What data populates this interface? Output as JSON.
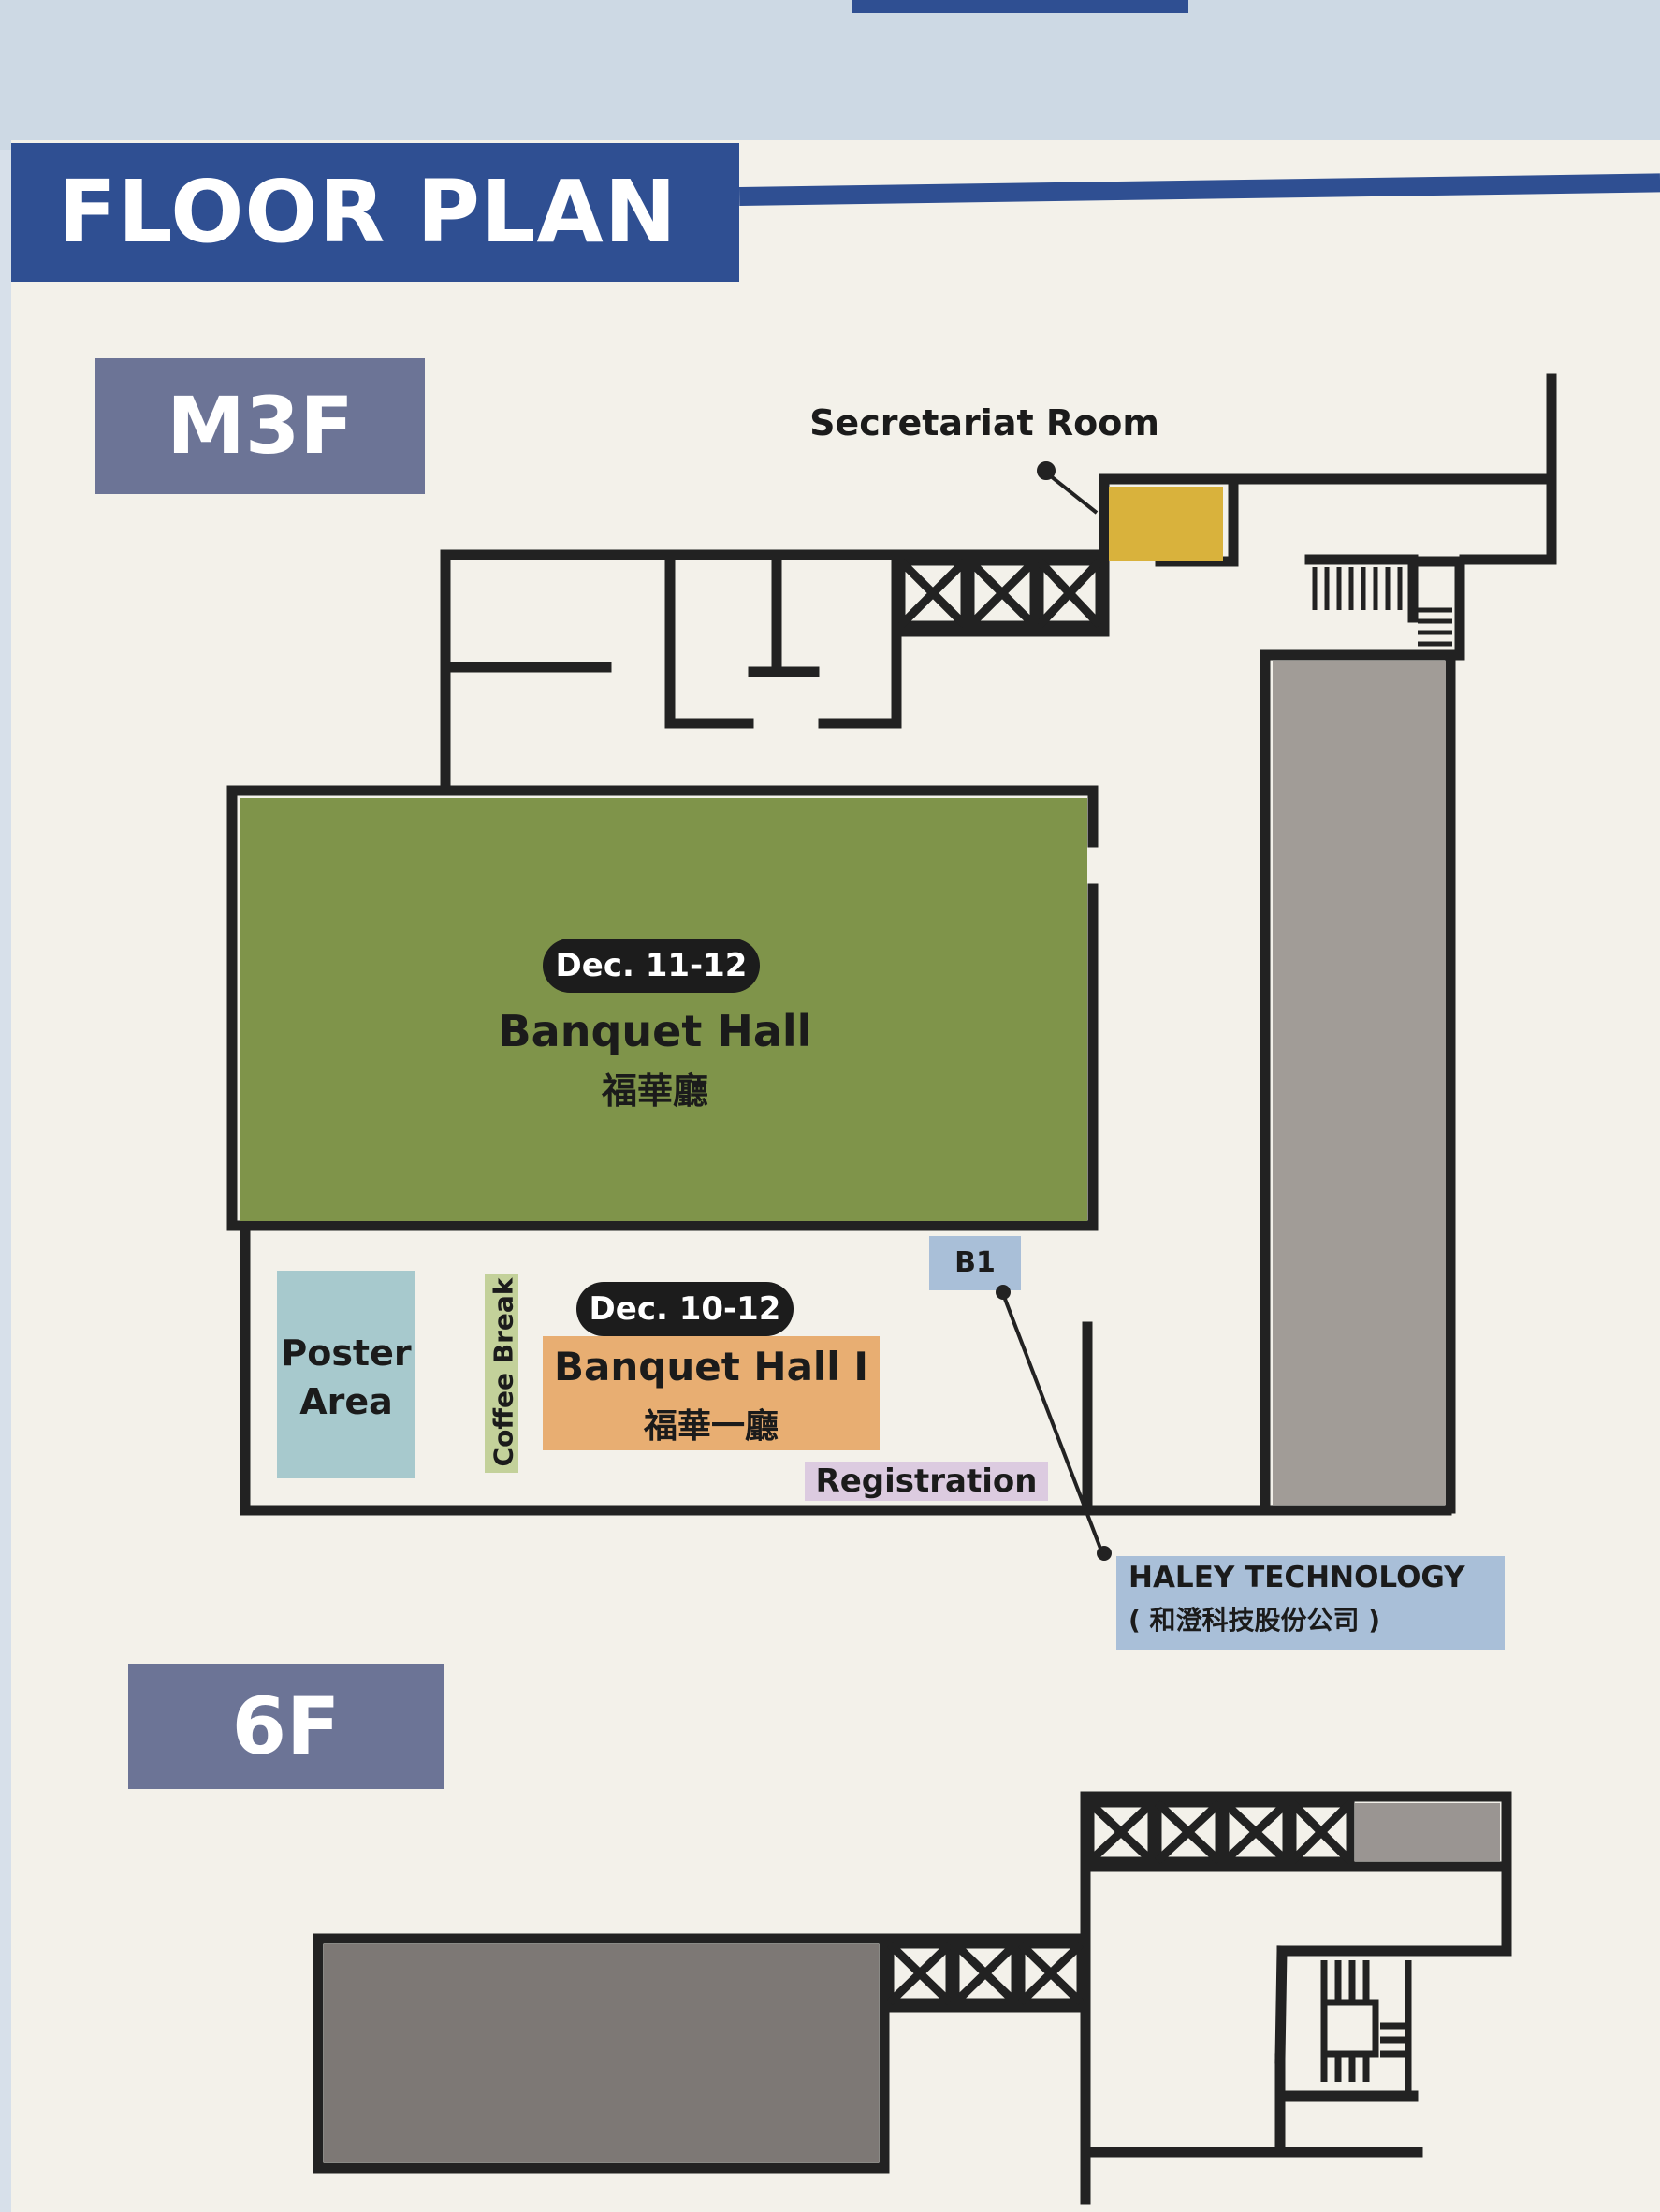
{
  "title": "FLOOR PLAN",
  "floors": [
    {
      "badge": "M3F",
      "rooms": {
        "secretariat": {
          "label": "Secretariat Room",
          "color": "#d9b23c"
        },
        "banquet_hall": {
          "date": "Dec. 11-12",
          "name": "Banquet Hall",
          "name_zh": "福華廳",
          "color": "#7f944a"
        },
        "banquet_hall_1": {
          "date": "Dec. 10-12",
          "name": "Banquet Hall I",
          "name_zh": "福華一廳",
          "color": "#e8ae72"
        },
        "poster_area": {
          "line1": "Poster",
          "line2": "Area",
          "color": "#a7c9cd"
        },
        "coffee_break": {
          "label": "Coffee Break",
          "color": "#c3d19a"
        },
        "registration": {
          "label": "Registration",
          "color": "#dccbe0"
        },
        "b1": {
          "label": "B1",
          "color": "#a9bfd8"
        },
        "exhibitor": {
          "name": "HALEY TECHNOLOGY",
          "name_zh": "( 和澄科技股份公司 )",
          "color": "#a9bfd8"
        }
      }
    },
    {
      "badge": "6F"
    }
  ],
  "colors": {
    "navy": "#2f4f92",
    "badge": "#6c7496",
    "wall": "#222222",
    "grey_block": "#a19c97",
    "dark_grey_block": "#7d7875",
    "paper": "#f3f1ea"
  }
}
